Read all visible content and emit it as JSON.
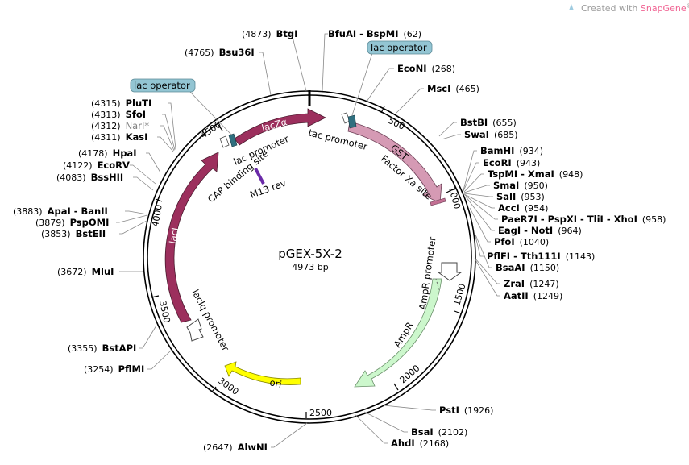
{
  "watermark": {
    "prefix": "Created with ",
    "brand": "SnapGene",
    "suffix": "®",
    "brand_color": "#f06292"
  },
  "plasmid": {
    "name": "pGEX-5X-2",
    "size": "4973 bp"
  },
  "ticks": [
    "500",
    "1000",
    "1500",
    "2000",
    "2500",
    "3000",
    "3500",
    "4000",
    "4500"
  ],
  "features": {
    "lacZa": "lacZα",
    "GST": "GST",
    "lacI": "lacI",
    "ori": "ori",
    "AmpR": "AmpR",
    "tac_promoter": "tac promoter",
    "factor_xa": "Factor Xa site",
    "ampr_promoter": "AmpR promoter",
    "laciq_promoter": "lacIq promoter",
    "lac_promoter": "lac promoter",
    "cap_site": "CAP binding site",
    "m13_rev": "M13 rev",
    "lac_operator_right": "lac operator",
    "lac_operator_left": "lac operator"
  },
  "sites": {
    "btgi": {
      "pos": "(4873)",
      "name": "BtgI"
    },
    "bfuai": {
      "pos": "(62)",
      "name": "BfuAI - BspMI"
    },
    "bsu36i": {
      "pos": "(4765)",
      "name": "Bsu36I"
    },
    "econi": {
      "pos": "(268)",
      "name": "EcoNI"
    },
    "msci": {
      "pos": "(465)",
      "name": "MscI"
    },
    "bstbi": {
      "pos": "(655)",
      "name": "BstBI"
    },
    "swai": {
      "pos": "(685)",
      "name": "SwaI"
    },
    "bamhi": {
      "pos": "(934)",
      "name": "BamHI"
    },
    "ecori": {
      "pos": "(943)",
      "name": "EcoRI"
    },
    "tspmi": {
      "pos": "(948)",
      "name": "TspMI - XmaI"
    },
    "smai": {
      "pos": "(950)",
      "name": "SmaI"
    },
    "sali": {
      "pos": "(953)",
      "name": "SalI"
    },
    "acci": {
      "pos": "(954)",
      "name": "AccI"
    },
    "paer7i": {
      "pos": "(958)",
      "name": "PaeR7I - PspXI - TliI - XhoI"
    },
    "eagi": {
      "pos": "(964)",
      "name": "EagI - NotI"
    },
    "pfoi": {
      "pos": "(1040)",
      "name": "PfoI"
    },
    "pflfi": {
      "pos": "(1143)",
      "name": "PflFI - Tth111I"
    },
    "bsaai": {
      "pos": "(1150)",
      "name": "BsaAI"
    },
    "zrai": {
      "pos": "(1247)",
      "name": "ZraI"
    },
    "aatii": {
      "pos": "(1249)",
      "name": "AatII"
    },
    "psti": {
      "pos": "(1926)",
      "name": "PstI"
    },
    "bsai": {
      "pos": "(2102)",
      "name": "BsaI"
    },
    "ahdi": {
      "pos": "(2168)",
      "name": "AhdI"
    },
    "alwni": {
      "pos": "(2647)",
      "name": "AlwNI"
    },
    "pflmi": {
      "pos": "(3254)",
      "name": "PflMI"
    },
    "bstapi": {
      "pos": "(3355)",
      "name": "BstAPI"
    },
    "mlui": {
      "pos": "(3672)",
      "name": "MluI"
    },
    "bsteii": {
      "pos": "(3853)",
      "name": "BstEII"
    },
    "pspomi": {
      "pos": "(3879)",
      "name": "PspOMI"
    },
    "apai": {
      "pos": "(3883)",
      "name": "ApaI - BanII"
    },
    "bsshii": {
      "pos": "(4083)",
      "name": "BssHII"
    },
    "ecorv": {
      "pos": "(4122)",
      "name": "EcoRV"
    },
    "hpai": {
      "pos": "(4178)",
      "name": "HpaI"
    },
    "kasi": {
      "pos": "(4311)",
      "name": "KasI"
    },
    "nari": {
      "pos": "(4312)",
      "name": "NarI*"
    },
    "sfoi": {
      "pos": "(4313)",
      "name": "SfoI"
    },
    "pluti": {
      "pos": "(4315)",
      "name": "PluTI"
    }
  },
  "colors": {
    "backbone": "#000000",
    "lacZa": "#9c2f5d",
    "lacI": "#9c2f5d",
    "GST": "#d59ab4",
    "AmpR": "#ccf7cc",
    "ori": "#ffff00",
    "m13": "#6a2aa8",
    "operator": "#93c5d3",
    "promoter_fill": "#ffffff"
  }
}
